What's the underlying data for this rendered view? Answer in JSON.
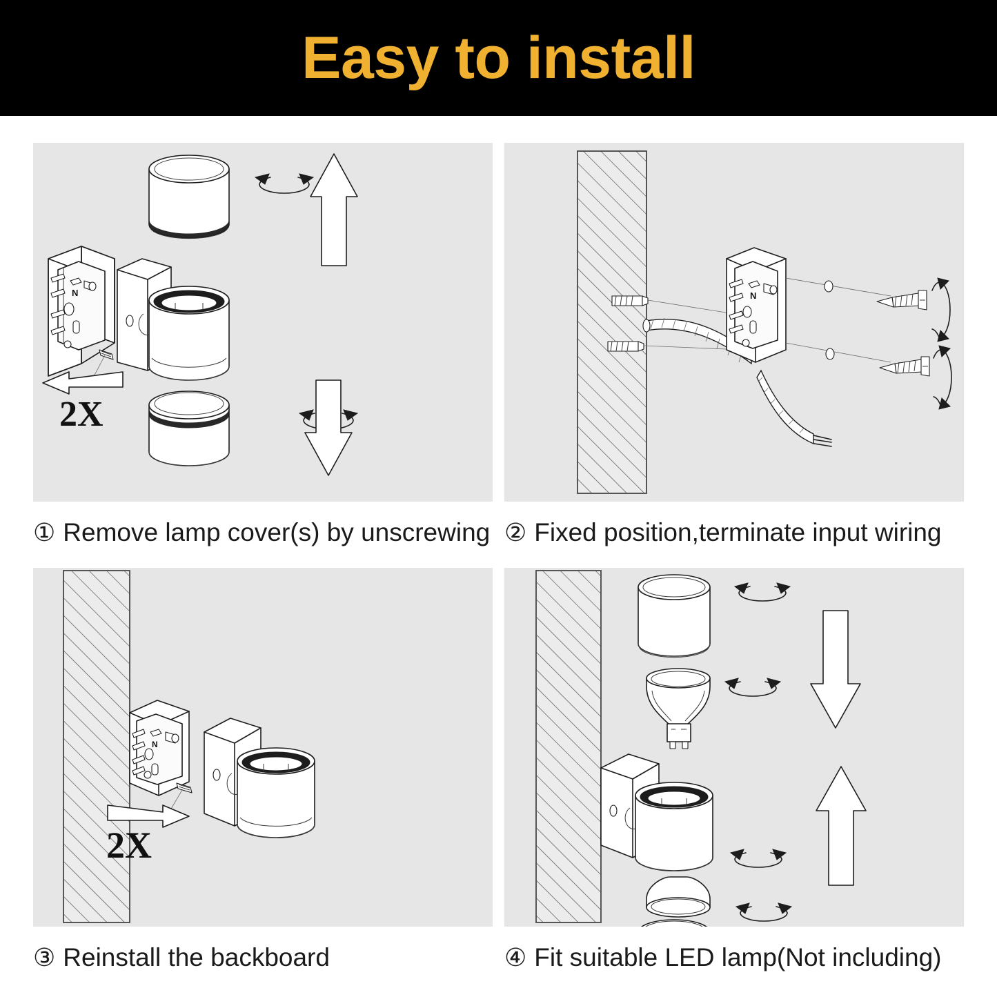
{
  "header": {
    "title": "Easy to install",
    "bg_color": "#000000",
    "text_color": "#F0B030"
  },
  "panel_bg_color": "#E6E6E6",
  "page_bg_color": "#FFFFFF",
  "steps": [
    {
      "number": "①",
      "caption": "Remove lamp cover(s) by unscrewing",
      "annotations": {
        "multiplier": "2X",
        "terminal_label": "N"
      },
      "icons": [
        "backboard-exploded",
        "pull-arrow-left",
        "lamp-body",
        "lamp-cover-top",
        "lamp-cover-bottom",
        "rotate-arrow-top",
        "rotate-arrow-bottom",
        "straight-arrow-up",
        "straight-arrow-down"
      ]
    },
    {
      "number": "②",
      "caption": "Fixed position,terminate input wiring",
      "annotations": {
        "terminal_label": "N"
      },
      "icons": [
        "hatched-wall",
        "wall-anchor-upper",
        "wall-anchor-lower",
        "backboard",
        "input-cable",
        "screw-upper",
        "screw-lower",
        "rotate-arrow-upper",
        "rotate-arrow-lower"
      ]
    },
    {
      "number": "③",
      "caption": "Reinstall the backboard",
      "annotations": {
        "multiplier": "2X",
        "terminal_label": "N"
      },
      "icons": [
        "hatched-wall",
        "backboard",
        "push-arrow-right",
        "lamp-body",
        "lamp-cover"
      ]
    },
    {
      "number": "④",
      "caption": "Fit suitable LED lamp(Not including)",
      "annotations": {},
      "icons": [
        "hatched-wall",
        "lamp-cover-top",
        "gu10-bulb-top",
        "lamp-body-mounted",
        "gu10-bulb-bottom",
        "lamp-cover-bottom",
        "rotate-arrow-cover-top",
        "rotate-arrow-bulb-top",
        "rotate-arrow-bulb-bottom",
        "rotate-arrow-cover-bottom",
        "straight-arrow-down",
        "straight-arrow-up"
      ]
    }
  ]
}
